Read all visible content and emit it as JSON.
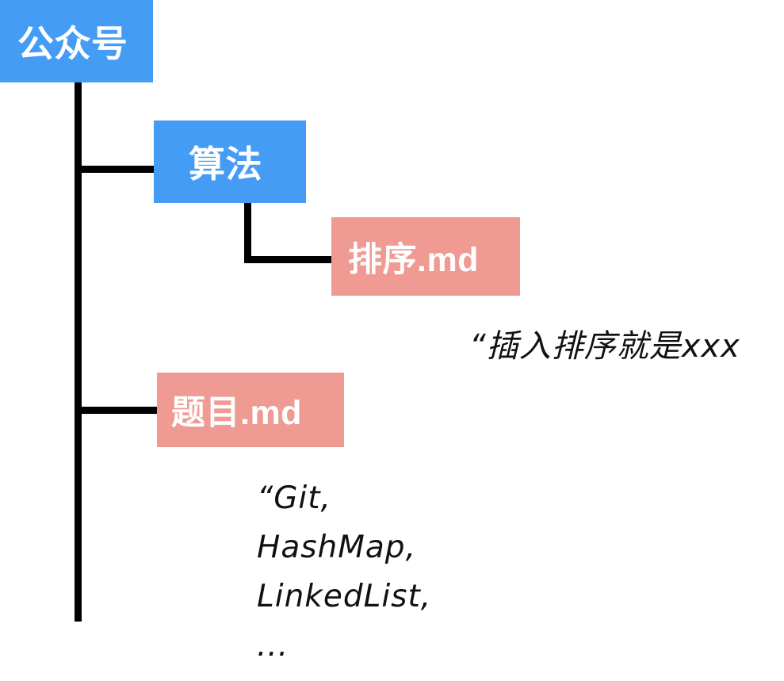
{
  "diagram": {
    "type": "folder-tree",
    "title": "公众号 folder structure",
    "colors": {
      "folder": "#459CF5",
      "file": "#EF9A93",
      "line": "#000000",
      "text_on_node": "#FFFFFF",
      "handwriting": "#111111",
      "background": "#FFFFFF"
    },
    "nodes": [
      {
        "id": "gongzhonghao",
        "label": "公众号",
        "kind": "folder",
        "level": 0
      },
      {
        "id": "suanfa",
        "label": "算法",
        "kind": "folder",
        "level": 1
      },
      {
        "id": "paixu",
        "label": "排序.md",
        "kind": "file",
        "level": 2
      },
      {
        "id": "timu",
        "label": "题目.md",
        "kind": "file",
        "level": 1
      }
    ],
    "edges": [
      {
        "from": "gongzhonghao",
        "to": "suanfa"
      },
      {
        "from": "gongzhonghao",
        "to": "timu"
      },
      {
        "from": "suanfa",
        "to": "paixu"
      }
    ],
    "annotations": [
      {
        "id": "note-paixu",
        "attached_to": "paixu",
        "lines": [
          "“插入排序就是xxx"
        ]
      },
      {
        "id": "note-timu",
        "attached_to": "timu",
        "lines": [
          "“Git,",
          "HashMap,",
          "LinkedList,",
          "..."
        ]
      }
    ]
  }
}
